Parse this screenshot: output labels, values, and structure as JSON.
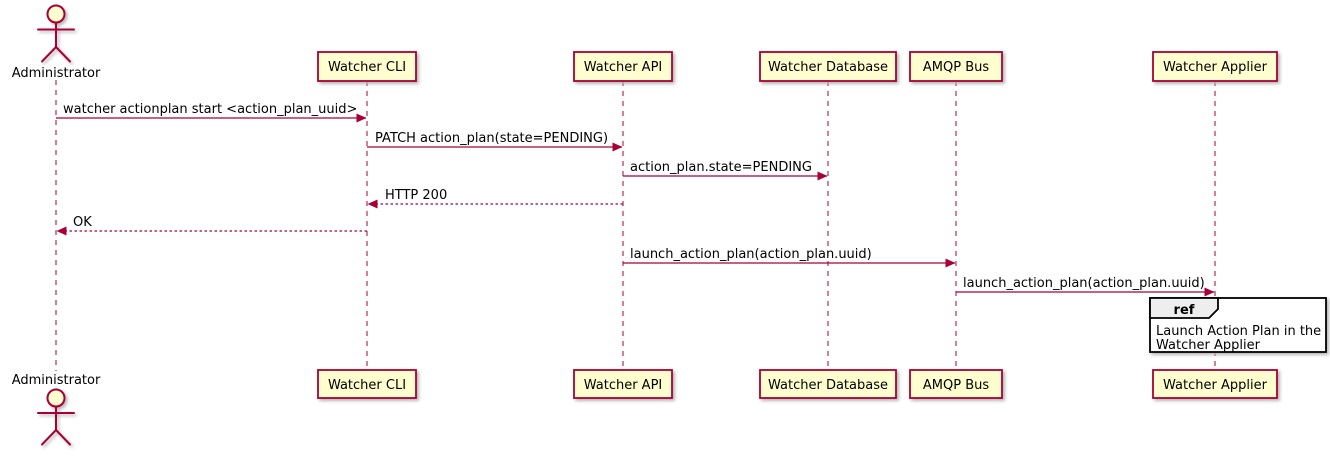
{
  "diagram": {
    "type": "uml-sequence-diagram",
    "actor": {
      "name": "Administrator"
    },
    "participants": [
      {
        "name": "Watcher CLI"
      },
      {
        "name": "Watcher API"
      },
      {
        "name": "Watcher Database"
      },
      {
        "name": "AMQP Bus"
      },
      {
        "name": "Watcher Applier"
      }
    ],
    "messages": [
      {
        "from": "Administrator",
        "to": "Watcher CLI",
        "label": "watcher actionplan start <action_plan_uuid>",
        "line": "solid"
      },
      {
        "from": "Watcher CLI",
        "to": "Watcher API",
        "label": "PATCH action_plan(state=PENDING)",
        "line": "solid"
      },
      {
        "from": "Watcher API",
        "to": "Watcher Database",
        "label": "action_plan.state=PENDING",
        "line": "solid"
      },
      {
        "from": "Watcher API",
        "to": "Watcher CLI",
        "label": "HTTP 200",
        "line": "dashed"
      },
      {
        "from": "Watcher CLI",
        "to": "Administrator",
        "label": "OK",
        "line": "dashed"
      },
      {
        "from": "Watcher API",
        "to": "AMQP Bus",
        "label": "launch_action_plan(action_plan.uuid)",
        "line": "solid"
      },
      {
        "from": "AMQP Bus",
        "to": "Watcher Applier",
        "label": "launch_action_plan(action_plan.uuid)",
        "line": "solid"
      }
    ],
    "ref": {
      "keyword": "ref",
      "over": "Watcher Applier",
      "lines": [
        "Launch Action Plan in the",
        "Watcher Applier"
      ]
    },
    "colors": {
      "shape_border": "#A80036",
      "shape_fill": "#FEFECE",
      "message_line": "#A80036",
      "lifeline": "#A80036",
      "text": "#000000",
      "ref_border": "#000000",
      "ref_fill": "#FFFFFF",
      "ref_tab_fill": "#EEEEEE",
      "background": "#FFFFFF"
    }
  }
}
